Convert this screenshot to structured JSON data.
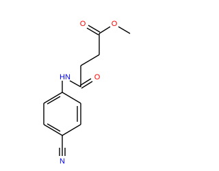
{
  "molecule": {
    "colors": {
      "bond": "#000000",
      "oxygen": "#ff0000",
      "nitrogen": "#0000ff",
      "hydrogen_on_n": "#0000ff",
      "background": "#ffffff"
    },
    "atom_labels": [
      {
        "key": "o_ester_carbonyl",
        "text": "O",
        "element": "oxygen"
      },
      {
        "key": "o_ester_ether",
        "text": "O",
        "element": "oxygen"
      },
      {
        "key": "o_amide",
        "text": "O",
        "element": "oxygen"
      },
      {
        "key": "nh_amide",
        "text": "HN",
        "element": "nitrogen"
      },
      {
        "key": "n_nitrile",
        "text": "N",
        "element": "nitrogen"
      }
    ]
  }
}
